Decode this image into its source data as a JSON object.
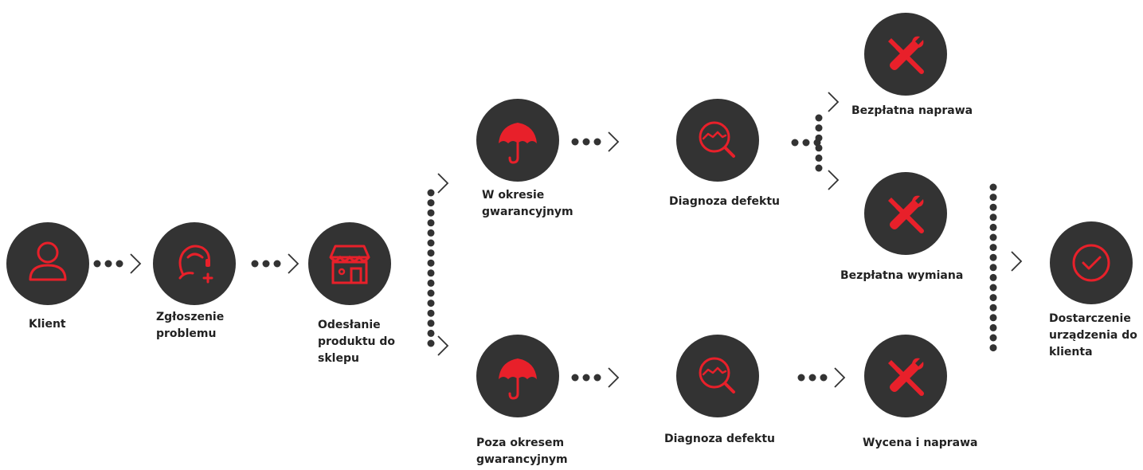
{
  "colors": {
    "node_fill": "#333333",
    "icon_stroke": "#e8202a",
    "connector": "#333333",
    "label": "#222222"
  },
  "nodes": {
    "klient": {
      "label": "Klient",
      "icon": "user-icon"
    },
    "zgloszenie": {
      "label": "Zgłoszenie\nproblemu",
      "icon": "support-agent-icon"
    },
    "odeslanie": {
      "label": "Odesłanie\nproduktu do\nsklepu",
      "icon": "shop-icon"
    },
    "w_okresie": {
      "label": "W okresie\ngwarancyjnym",
      "icon": "umbrella-icon"
    },
    "poza_okresem": {
      "label": "Poza okresem\ngwarancyjnym",
      "icon": "umbrella-icon"
    },
    "diagnoza_top": {
      "label": "Diagnoza defektu",
      "icon": "magnifier-icon"
    },
    "diagnoza_bottom": {
      "label": "Diagnoza defektu",
      "icon": "magnifier-icon"
    },
    "naprawa": {
      "label": "Bezpłatna naprawa",
      "icon": "tools-icon"
    },
    "wymiana": {
      "label": "Bezpłatna wymiana",
      "icon": "tools-icon"
    },
    "wycena": {
      "label": "Wycena i naprawa",
      "icon": "tools-icon"
    },
    "dostarczenie": {
      "label": "Dostarczenie\nurządzenia do\nklienta",
      "icon": "check-circle-icon"
    }
  }
}
